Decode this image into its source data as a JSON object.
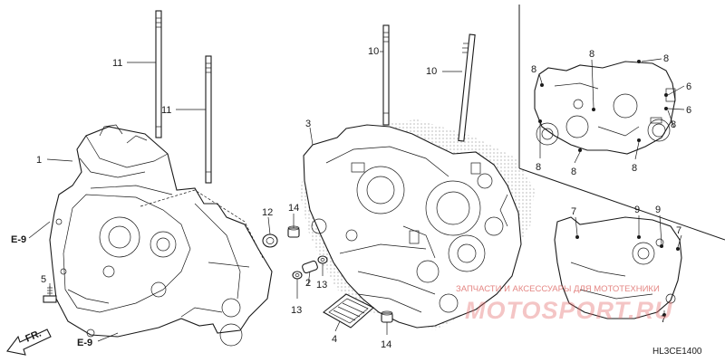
{
  "labels": {
    "p1": "1",
    "p2": "2",
    "p3": "3",
    "p4": "4",
    "p5": "5",
    "p6a": "6",
    "p6b": "6",
    "p7a": "7",
    "p7b": "7",
    "p7c": "7",
    "p8a": "8",
    "p8b": "8",
    "p8c": "8",
    "p8d": "8",
    "p8e": "8",
    "p8f": "8",
    "p9a": "9",
    "p9b": "9",
    "p10a": "10",
    "p10b": "10",
    "p11a": "11",
    "p11b": "11",
    "p12": "12",
    "p13a": "13",
    "p13b": "13",
    "p14a": "14",
    "p14b": "14"
  },
  "refs": {
    "e9_top": "E-9",
    "e9_bottom": "E-9"
  },
  "front_marker": "FR.",
  "diagram_code": "HL3CE1400",
  "watermark": {
    "text": "ЗАПЧАСТИ И АКСЕССУАРЫ ДЛЯ МОТОТЕХНИКИ",
    "logo": "MOTOSPORT.RU"
  },
  "colors": {
    "ink": "#1a1a1a",
    "watermark": "#d9534f"
  }
}
